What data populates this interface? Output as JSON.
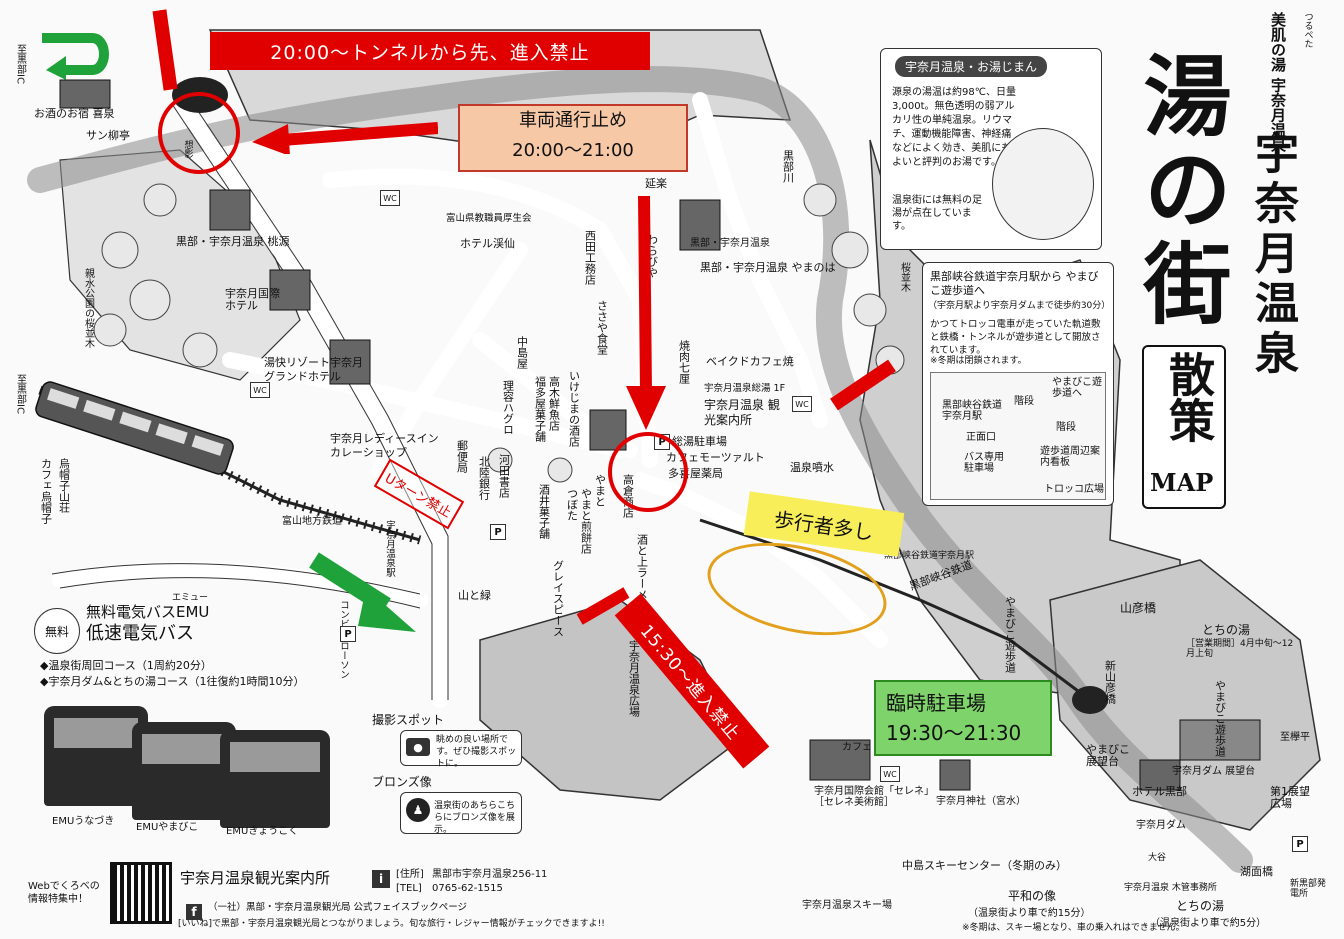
{
  "map": {
    "title_main": "湯の街",
    "title_side": "宇奈月温泉",
    "title_brand": "美肌の湯 宇奈月温泉",
    "title_brand_small": "つるぺた",
    "sanpo": "散策",
    "map_word": "MAP"
  },
  "overlays": {
    "tunnel_ban": "20:00〜トンネルから先、進入禁止",
    "vehicle_stop_line1": "車両通行止め",
    "vehicle_stop_line2": "20:00〜21:00",
    "pedestrians": "歩行者多し",
    "temp_parking_line1": "臨時駐車場",
    "temp_parking_line2": "19:30〜21:30",
    "no_entry_1530": "15:30〜進入禁止",
    "u_turn_ban": "Uターン禁止"
  },
  "onsen_info": {
    "heading": "宇奈月温泉・お湯じまん",
    "body": "源泉の湯温は約98℃、日量3,000t。無色透明の弱アルカリ性の単純温泉。リウマチ、運動機能障害、神経痛などによく効き、美肌にもよいと評判のお湯です。",
    "footbath": "温泉街には無料の足湯が点在しています。"
  },
  "walk_info": {
    "heading": "黒部峡谷鉄道宇奈月駅から やまびこ遊歩道へ",
    "sub": "（宇奈月駅より宇奈月ダムまで徒歩約30分）",
    "body": "かつてトロッコ電車が走っていた軌道敷と鉄橋・トンネルが遊歩道として開放されています。",
    "note": "※冬期は閉鎖されます。",
    "station": "黒部峡谷鉄道 宇奈月駅",
    "stairs": "階段",
    "path": "やまびこ遊歩道へ",
    "stairs2": "階段",
    "guide": "遊歩道周辺案内看板",
    "entrance": "正面口",
    "bus_parking": "バス専用駐車場",
    "torokko": "トロッコ広場"
  },
  "bus_info": {
    "free": "無料",
    "emu_small": "エミュー",
    "name_line1": "無料電気バスEMU",
    "name_line2": "低速電気バス",
    "course1": "◆温泉街周回コース（1周約20分）",
    "course2": "◆宇奈月ダム&とちの湯コース（1往復約1時間10分）",
    "bus1": "EMUうなづき",
    "bus2": "EMUやまびこ",
    "bus3": "EMUきょうこく"
  },
  "legend": {
    "photo_title": "撮影スポット",
    "photo_desc": "眺めの良い場所です。ぜひ撮影スポットに。",
    "bronze_title": "ブロンズ像",
    "bronze_desc": "温泉街のあちらこちらにブロンズ像を展示。"
  },
  "footer": {
    "office": "宇奈月温泉観光案内所",
    "address_label": "[住所]",
    "address": "黒部市宇奈月温泉256-11",
    "tel_label": "[TEL]",
    "tel": "0765-62-1515",
    "web": "Webでくろべの情報特集中！",
    "fb": "（一社）黒部・宇奈月温泉観光局 公式フェイスブックページ",
    "fb_note": "[いいね]で黒部・宇奈月温泉観光局とつながりましょう。旬な旅行・レジャー情報がチェックできますよ!!"
  },
  "places": {
    "kita_ic": "至黒部IC",
    "kita_ic2": "至黒部IC",
    "kiraku": "お酒のお宿 喜泉",
    "sanryu": "サン柳亭",
    "souei": "想影",
    "tougen": "黒部・宇奈月温泉 桃源",
    "kokusai": "宇奈月国際ホテル",
    "shinsui": "親水公園の桜並木",
    "grand": "湯快リゾート宇奈月グランドホテル",
    "ladies": "宇奈月レディースイン カレーショップ",
    "karasuyama": "烏帽子山荘",
    "cafe_eboshi": "カフェ烏帽子",
    "keisen": "ホテル渓仙",
    "toyama_kyoin": "富山県教職員厚生会",
    "nishida": "西田工務店",
    "sasaya": "ささや食堂",
    "yamanoha": "黒部・宇奈月温泉 やまのは",
    "enraku": "延楽",
    "warabiya": "わらびや",
    "sakura_namiki": "桜並木",
    "nakajima": "中島屋",
    "fukutaya": "福多屋菓子舗",
    "takagi": "高木鮮魚店",
    "hagure": "理容ハグロ",
    "ikeshima": "いけじまの酒店",
    "yakiniku": "焼肉七厘",
    "bake_cafe": "ベイクドカフェ焼",
    "kanko_annai": "宇奈月温泉 観光案内所",
    "sougou_yu": "宇奈月温泉総湯 1F",
    "parking_sougou": "総湯駐車場",
    "cafe_tsuarut": "カフェモーツァルト",
    "tagiya": "多喜屋薬局",
    "onsen_fun": "温泉噴水",
    "yubin": "郵便局",
    "hokuriku": "北陸銀行",
    "kawata": "河田書店",
    "sakai": "酒井菓子舗",
    "takakura": "高倉商店",
    "tsubota": "つぼた",
    "yamato": "やまと",
    "senbei": "やまと煎餅店",
    "grace": "グレイスピース",
    "ramen": "酒と上ラーメン",
    "unazuki_plaza": "宇奈月温泉広場",
    "chitetsu": "富山地方鉄道",
    "chitetsu_station": "宇奈月温泉駅",
    "yamatomidori": "山と緑",
    "conveni": "コンビニ ローソン",
    "kurobe_kyokoku": "黒部峡谷鉄道",
    "yamahiko": "山彦橋",
    "tochi_yu": "とちの湯",
    "tochi_open": "［営業期間］4月中旬〜12月上旬",
    "yamabiko_path": "やまびこ遊歩道",
    "shinyamahiko": "新山彦橋",
    "yamabiko_tenbou": "やまびこ展望台",
    "hotel_kurobe": "ホテル黒部",
    "dam": "宇奈月ダム",
    "dam_tenbou": "宇奈月ダム 展望台",
    "dai1": "第1展望広場",
    "kohan": "湖面橋",
    "to_kurobe": "至欅平",
    "selene": "宇奈月国際会館「セレネ」［セレネ美術館］",
    "jinja": "宇奈月神社（宮水）",
    "nakajima_ski": "中島スキーセンター（冬期のみ）",
    "heiwa": "平和の像",
    "heiwa_note": "（温泉街より車で約15分）",
    "ski_jo": "宇奈月温泉スキー場",
    "ski_note": "※冬期は、スキー場となり、車の乗入れはできません。",
    "tochi_bottom": "とちの湯",
    "tochi_note": "（温泉街より車で約5分）",
    "kurobe_river": "黒部川",
    "kuroba_hall": "黒部・宇奈月温泉",
    "station_unazuki": "黒部峡谷鉄道宇奈月駅",
    "cafe_nagomi": "カフェ",
    "yamabiko_hodou": "やまびこ遊歩道",
    "mizuha": "宇奈月温泉 木管事務所",
    "ootani": "大谷",
    "shinkurobe": "新黒部発電所"
  },
  "colors": {
    "red": "#e10000",
    "orange_fill": "#f6c8a6",
    "yellow": "#f7ee5a",
    "green_fill": "#7ed36b",
    "green_arrow": "#1fa23a",
    "ellipse": "#e2a01c"
  },
  "icons": {
    "photo": "camera-icon",
    "bronze": "statue-icon",
    "parking": "parking-icon",
    "wc": "wc-icon",
    "info": "info-icon",
    "qr": "qr-code-icon",
    "fb": "facebook-icon"
  }
}
